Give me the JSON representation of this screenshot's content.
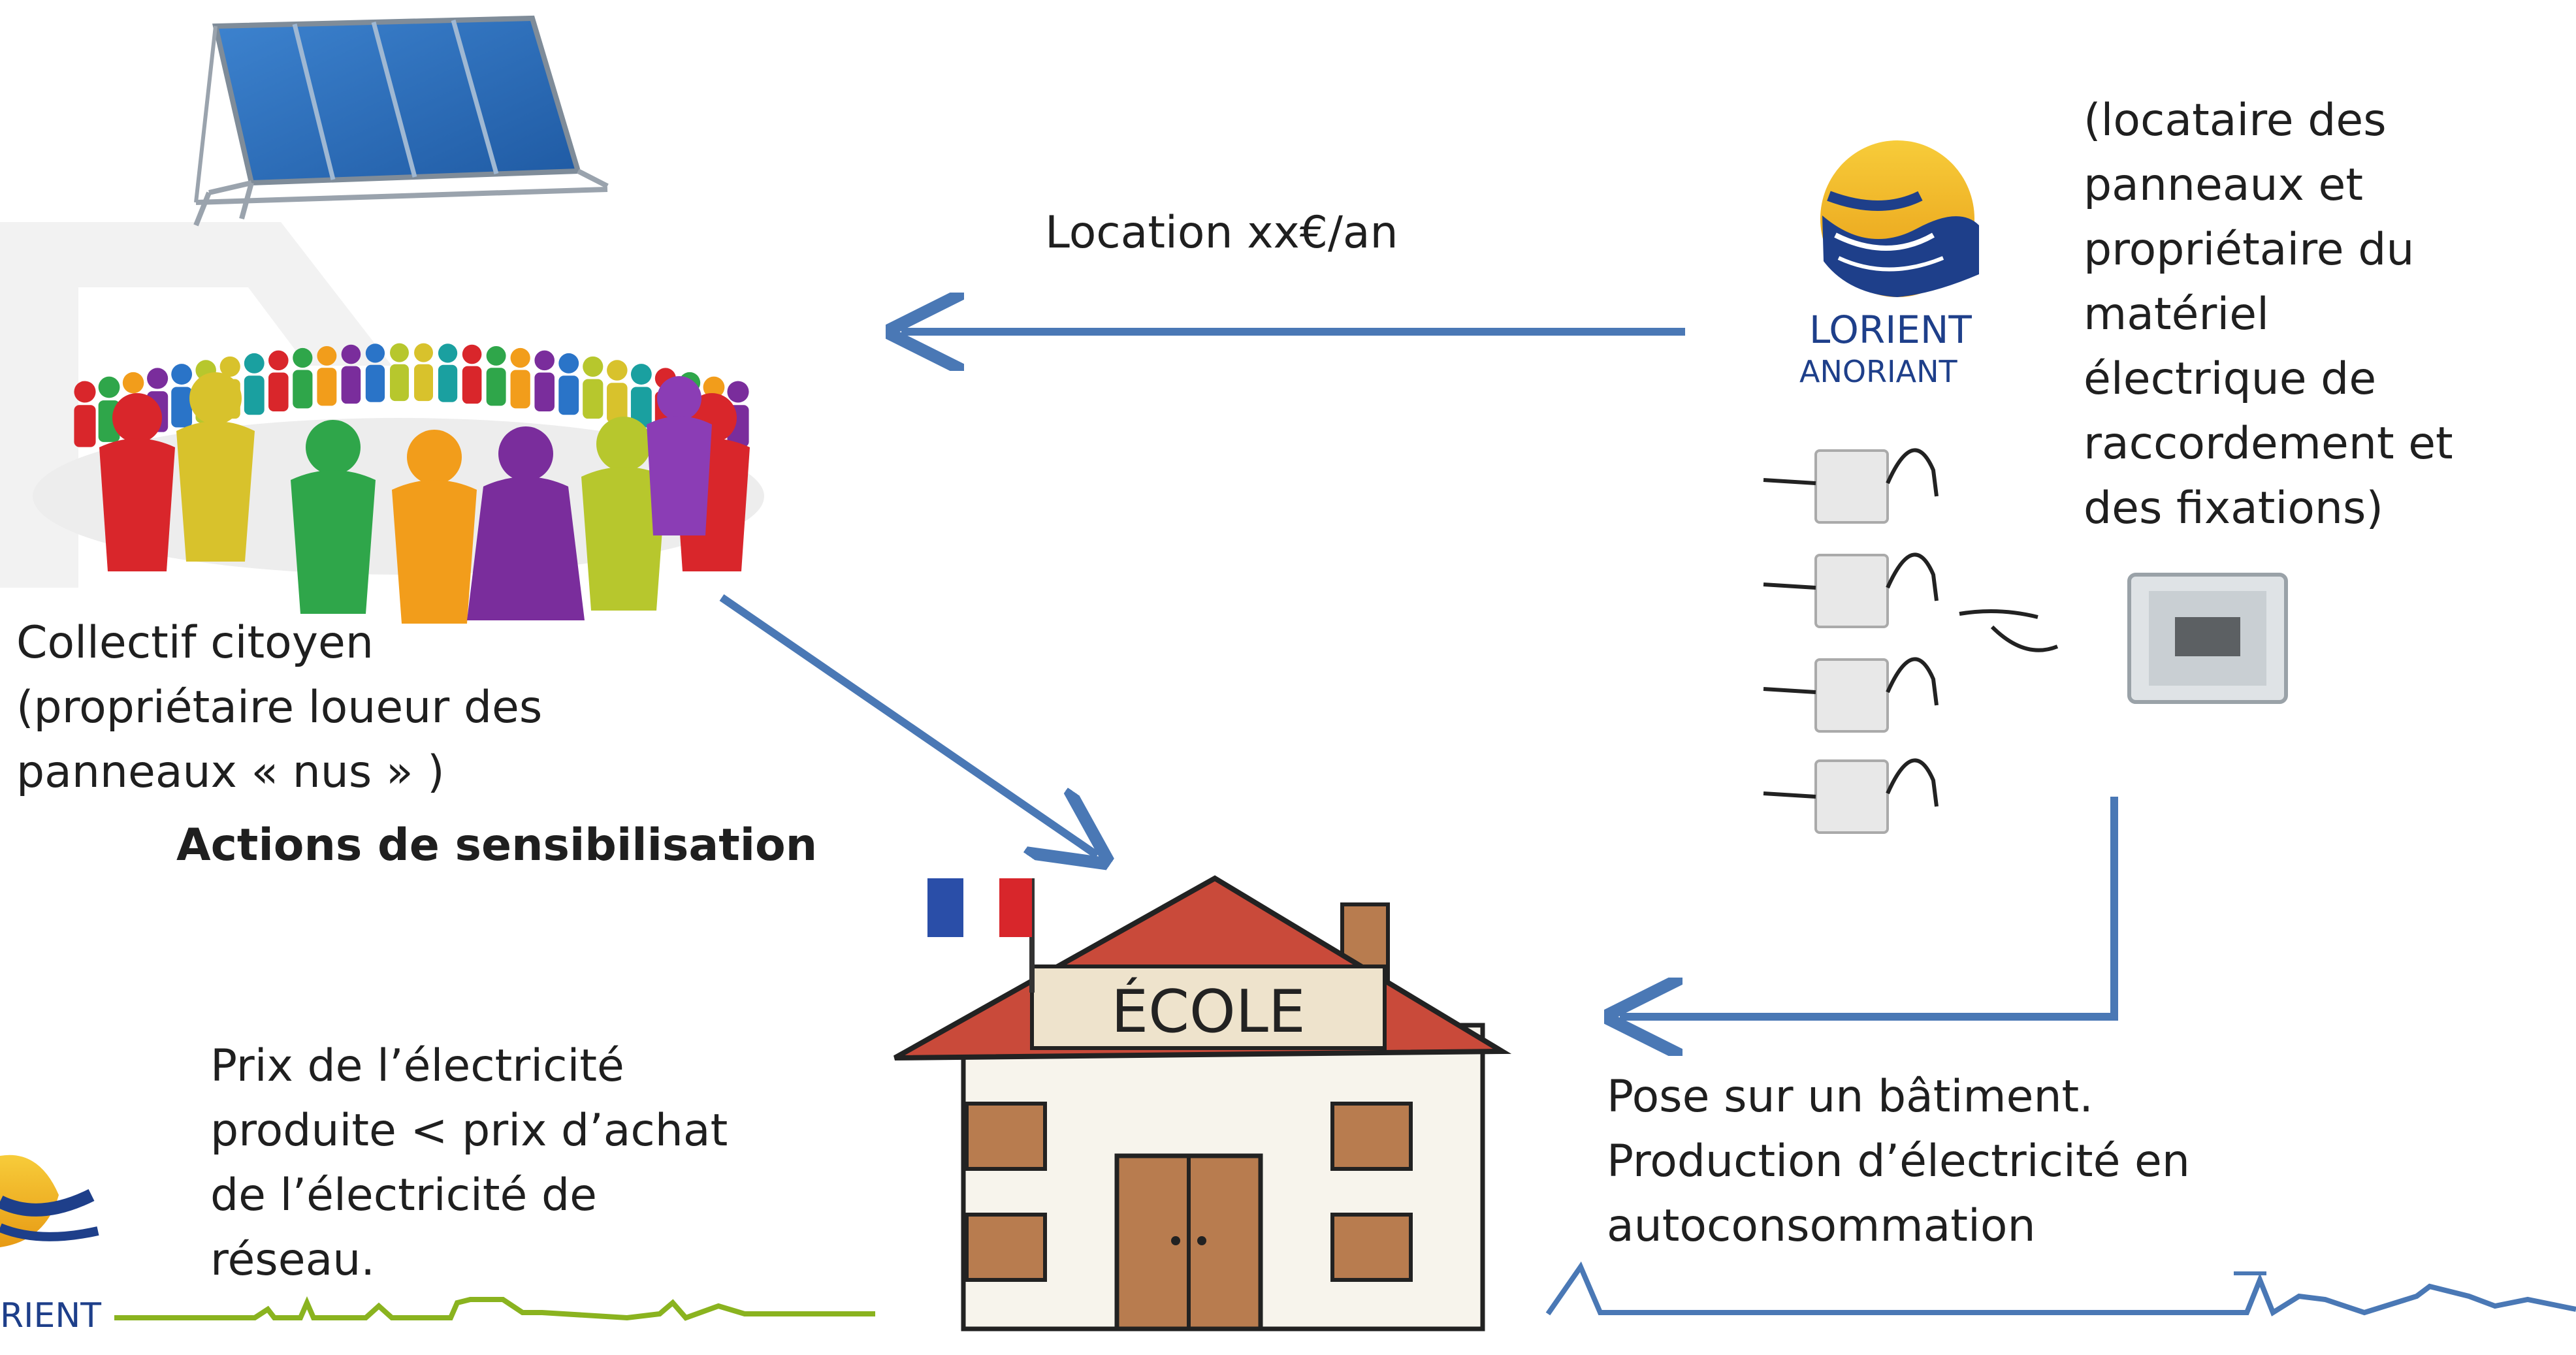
{
  "diagram": {
    "label_location": "Location xx€/an",
    "lorient_description": [
      "(locataire des",
      "panneaux et",
      "propriétaire du",
      "matériel",
      "électrique de",
      "raccordement et",
      "des fixations)"
    ],
    "collective_description": [
      "Collectif citoyen",
      "(propriétaire loueur des",
      "panneaux « nus » )"
    ],
    "awareness_label": "Actions de sensibilisation",
    "price_note": [
      "Prix de l’électricité",
      "produite < prix d’achat",
      "de l’électricité de",
      "réseau."
    ],
    "installation_note": [
      "Pose sur un bâtiment.",
      "Production d’électricité en",
      "autoconsommation"
    ],
    "school_sign": "ÉCOLE",
    "logo": {
      "line1": "LORIENT",
      "line2": "ANORIANT",
      "bottom_fragment": "RIENT"
    },
    "colors": {
      "arrow": "#4a78b5",
      "roof": "#c94a3a",
      "wall": "#f7f4ec",
      "panel": "#2f6fb8",
      "logo_blue": "#1e3f8a",
      "logo_yellow": "#f2b51c"
    },
    "icons": [
      "solar-panel-icon",
      "people-circle-icon",
      "microinverter-icon",
      "electrical-box-icon",
      "school-building-icon",
      "french-flag-icon",
      "lorient-logo-icon"
    ]
  }
}
